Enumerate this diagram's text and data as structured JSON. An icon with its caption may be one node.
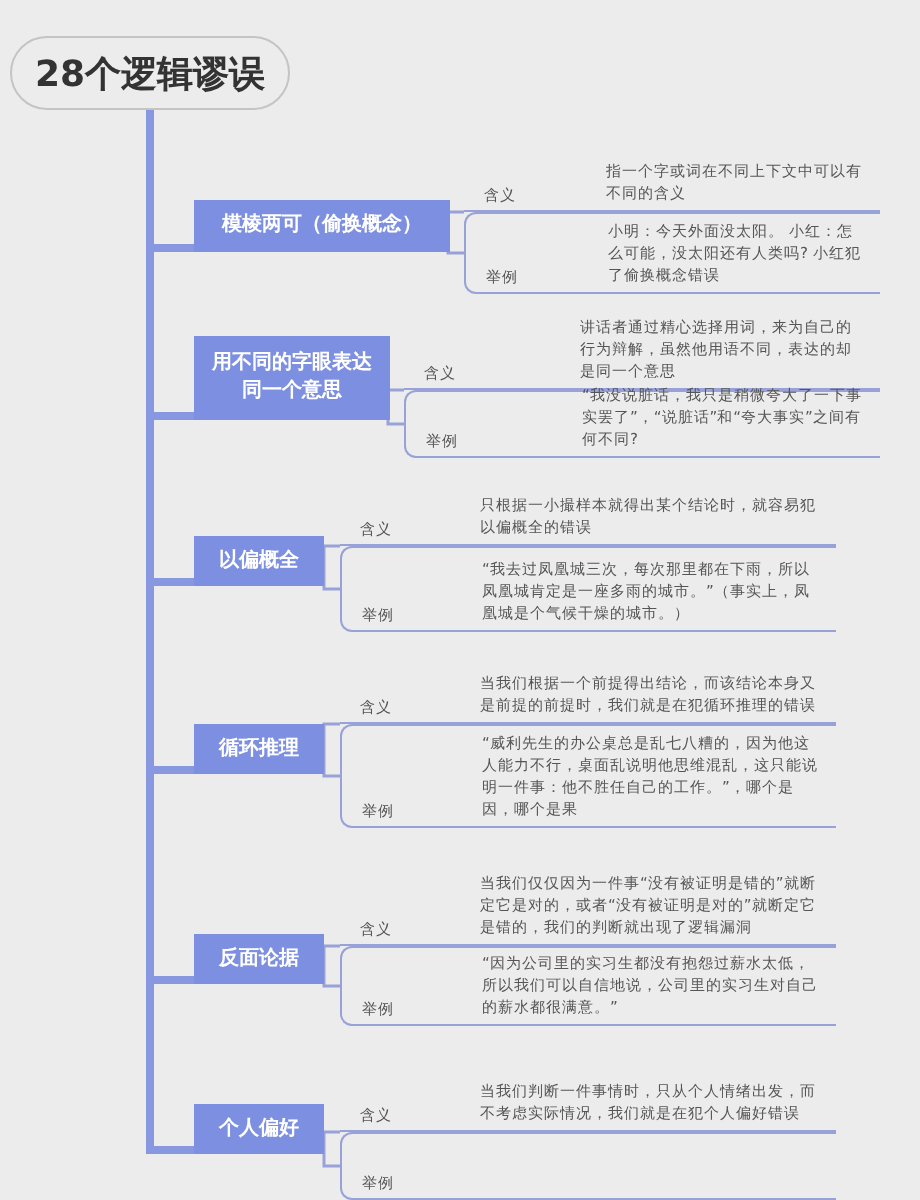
{
  "diagram": {
    "nodes": [
      {
        "text": [
          "28个逻辑谬误"
        ]
      },
      {
        "text": [
          "模棱两可（偷换概念）"
        ]
      },
      {
        "text": [
          "含义",
          "指一个字或词在不同上下文中可以有不同的含义"
        ]
      },
      {
        "text": [
          "举例",
          "小明：今天外面没太阳。 小红：怎么可能，没太阳还有人类吗? 小红犯了偷换概念错误"
        ]
      },
      {
        "text": [
          "用不同的字眼表达同一个意思"
        ]
      },
      {
        "text": [
          "含义",
          "讲话者通过精心选择用词，来为自己的行为辩解，虽然他用语不同，表达的却是同一个意思"
        ]
      },
      {
        "text": [
          "举例",
          "“我没说脏话，我只是稍微夸大了一下事实罢了”，“说脏话”和“夸大事实”之间有何不同?"
        ]
      },
      {
        "text": [
          "以偏概全"
        ]
      },
      {
        "text": [
          "含义",
          "只根据一小撮样本就得出某个结论时，就容易犯以偏概全的错误"
        ]
      },
      {
        "text": [
          "举例",
          "“我去过凤凰城三次，每次那里都在下雨，所以凤凰城肯定是一座多雨的城市。”（事实上，凤凰城是个气候干燥的城市。）"
        ]
      },
      {
        "text": [
          "循环推理"
        ]
      },
      {
        "text": [
          "含义",
          "当我们根据一个前提得出结论，而该结论本身又是前提的前提时，我们就是在犯循环推理的错误"
        ]
      },
      {
        "text": [
          "举例",
          "“威利先生的办公桌总是乱七八糟的，因为他这人能力不行，桌面乱说明他思维混乱，这只能说明一件事：他不胜任自己的工作。”，哪个是因，哪个是果"
        ]
      },
      {
        "text": [
          "反面论据"
        ]
      },
      {
        "text": [
          "含义",
          "当我们仅仅因为一件事“没有被证明是错的”就断定它是对的，或者“没有被证明是对的”就断定它是错的，我们的判断就出现了逻辑漏洞"
        ]
      },
      {
        "text": [
          "举例",
          "“因为公司里的实习生都没有抱怨过薪水太低，所以我们可以自信地说，公司里的实习生对自己的薪水都很满意。”"
        ]
      },
      {
        "text": [
          "个人偏好"
        ]
      },
      {
        "text": [
          "含义",
          "当我们判断一件事情时，只从个人情绪出发，而不考虑实际情况，我们就是在犯个人偏好错误"
        ]
      },
      {
        "text": [
          "举例"
        ]
      }
    ],
    "edges": [
      {
        "from": 0,
        "to": 1,
        "arrow": "none",
        "style": "thick"
      },
      {
        "from": 1,
        "to": 2,
        "arrow": "none"
      },
      {
        "from": 1,
        "to": 3,
        "arrow": "none"
      },
      {
        "from": 0,
        "to": 4,
        "arrow": "none",
        "style": "thick"
      },
      {
        "from": 4,
        "to": 5,
        "arrow": "none"
      },
      {
        "from": 4,
        "to": 6,
        "arrow": "none"
      },
      {
        "from": 0,
        "to": 7,
        "arrow": "none",
        "style": "thick"
      },
      {
        "from": 7,
        "to": 8,
        "arrow": "none"
      },
      {
        "from": 7,
        "to": 9,
        "arrow": "none"
      },
      {
        "from": 0,
        "to": 10,
        "arrow": "none",
        "style": "thick"
      },
      {
        "from": 10,
        "to": 11,
        "arrow": "none"
      },
      {
        "from": 10,
        "to": 12,
        "arrow": "none"
      },
      {
        "from": 0,
        "to": 13,
        "arrow": "none",
        "style": "thick"
      },
      {
        "from": 13,
        "to": 14,
        "arrow": "none"
      },
      {
        "from": 13,
        "to": 15,
        "arrow": "none"
      },
      {
        "from": 0,
        "to": 16,
        "arrow": "none",
        "style": "thick"
      },
      {
        "from": 16,
        "to": 17,
        "arrow": "none"
      },
      {
        "from": 16,
        "to": 18,
        "arrow": "none"
      }
    ]
  }
}
